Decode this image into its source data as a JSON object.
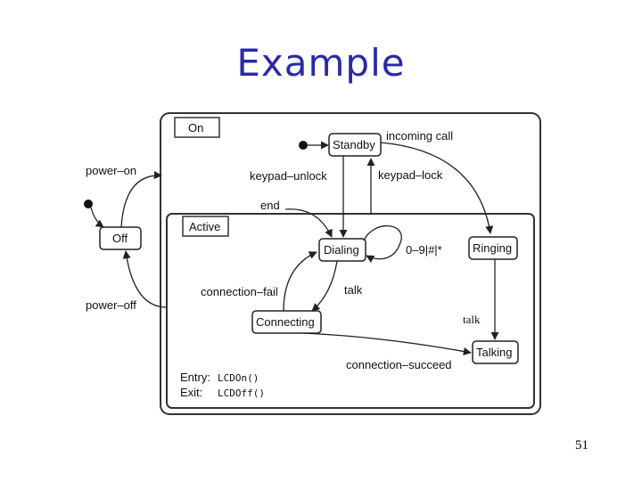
{
  "slide": {
    "title": "Example",
    "page_number": "51"
  },
  "diagram": {
    "outer_state": "On",
    "inner_state": "Active",
    "states": {
      "standby": "Standby",
      "off": "Off",
      "dialing": "Dialing",
      "ringing": "Ringing",
      "connecting": "Connecting",
      "talking": "Talking"
    },
    "transitions": {
      "incoming_call": "incoming call",
      "power_on": "power–on",
      "keypad_unlock": "keypad–unlock",
      "keypad_lock": "keypad–lock",
      "end": "end",
      "digits": "0–9|#|*",
      "connection_fail": "connection–fail",
      "talk_dialing": "talk",
      "talk_ringing": "talk",
      "power_off": "power–off",
      "connection_succeed": "connection–succeed"
    },
    "entry_label": "Entry:",
    "entry_action": "LCDOn()",
    "exit_label": "Exit:",
    "exit_action": "LCDOff()"
  }
}
